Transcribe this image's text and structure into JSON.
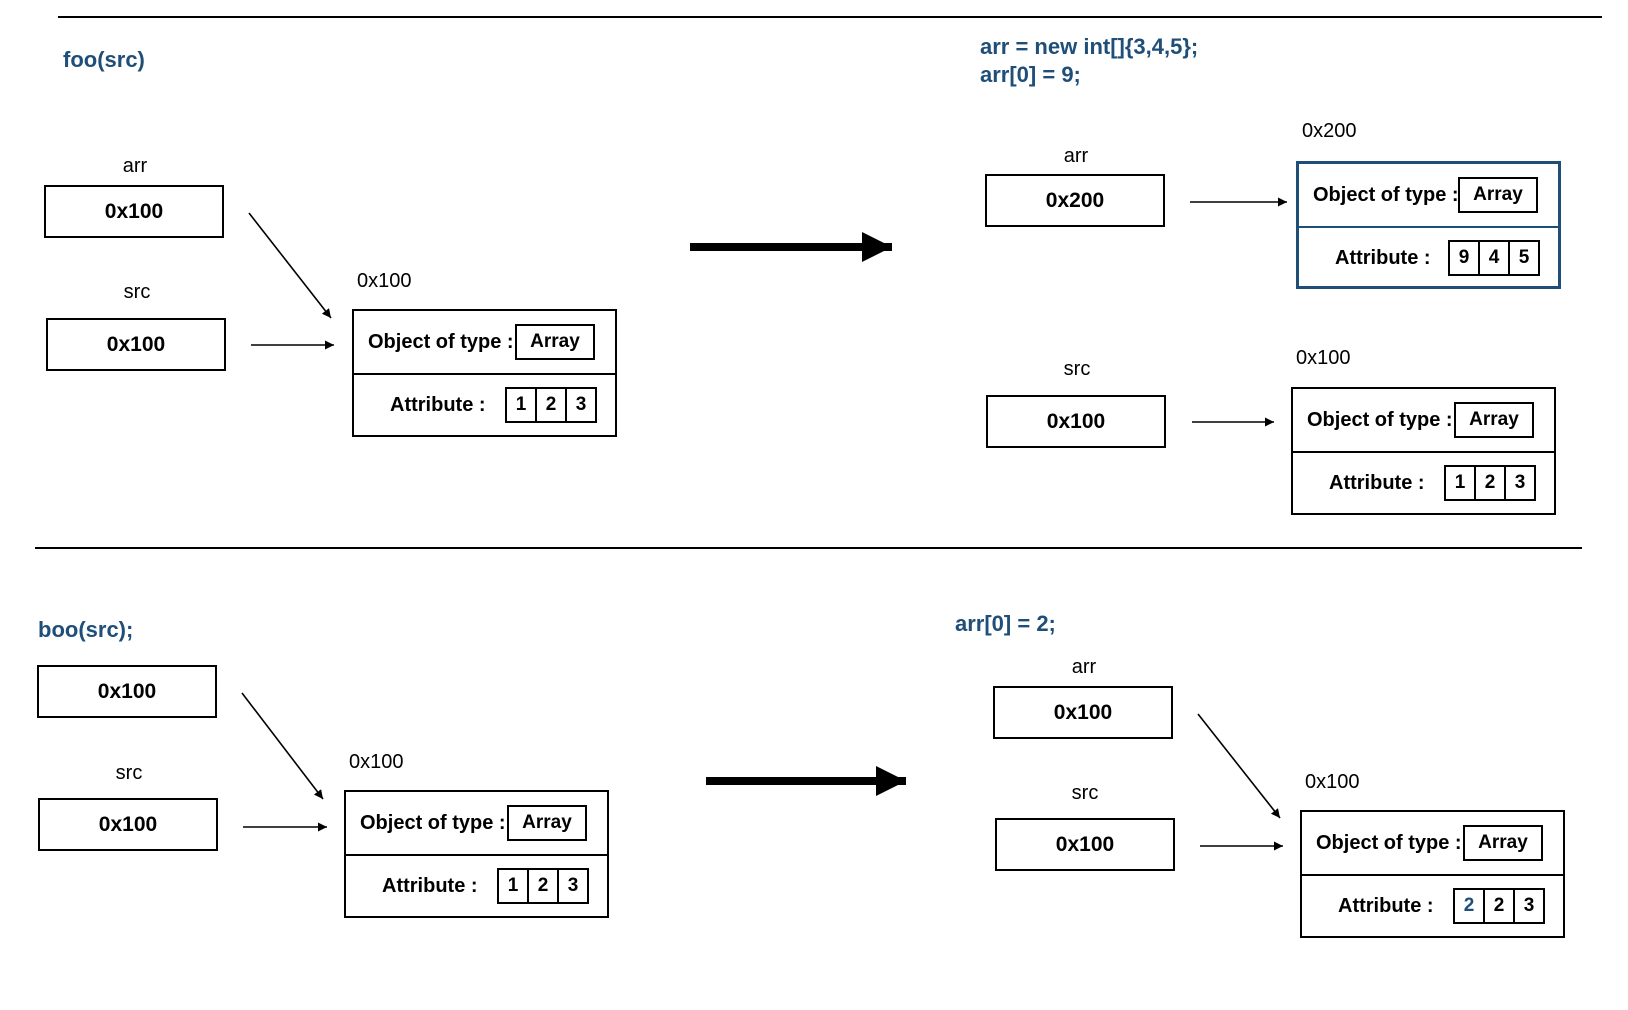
{
  "colors": {
    "accent": "#1f4e79",
    "line": "#000000"
  },
  "panels": {
    "foo_before": {
      "caption": "foo(src)",
      "arr": {
        "label": "arr",
        "value": "0x100"
      },
      "src": {
        "label": "src",
        "value": "0x100"
      },
      "object": {
        "address": "0x100",
        "type_label": "Object of type :",
        "type": "Array",
        "attr_label": "Attribute :",
        "cells": [
          "1",
          "2",
          "3"
        ]
      }
    },
    "foo_after": {
      "caption": "arr = new int[]{3,4,5};\narr[0] = 9;",
      "arr": {
        "label": "arr",
        "value": "0x200"
      },
      "src": {
        "label": "src",
        "value": "0x100"
      },
      "object_new": {
        "address": "0x200",
        "type_label": "Object of type :",
        "type": "Array",
        "attr_label": "Attribute :",
        "cells": [
          "9",
          "4",
          "5"
        ]
      },
      "object_old": {
        "address": "0x100",
        "type_label": "Object of type :",
        "type": "Array",
        "attr_label": "Attribute :",
        "cells": [
          "1",
          "2",
          "3"
        ]
      }
    },
    "boo_before": {
      "caption": "boo(src);",
      "arr": {
        "label": "",
        "value": "0x100"
      },
      "src": {
        "label": "src",
        "value": "0x100"
      },
      "object": {
        "address": "0x100",
        "type_label": "Object of type :",
        "type": "Array",
        "attr_label": "Attribute :",
        "cells": [
          "1",
          "2",
          "3"
        ]
      }
    },
    "boo_after": {
      "caption": "arr[0] = 2;",
      "arr": {
        "label": "arr",
        "value": "0x100"
      },
      "src": {
        "label": "src",
        "value": "0x100"
      },
      "object": {
        "address": "0x100",
        "type_label": "Object of type :",
        "type": "Array",
        "attr_label": "Attribute :",
        "cells": [
          "2",
          "2",
          "3"
        ]
      }
    }
  }
}
